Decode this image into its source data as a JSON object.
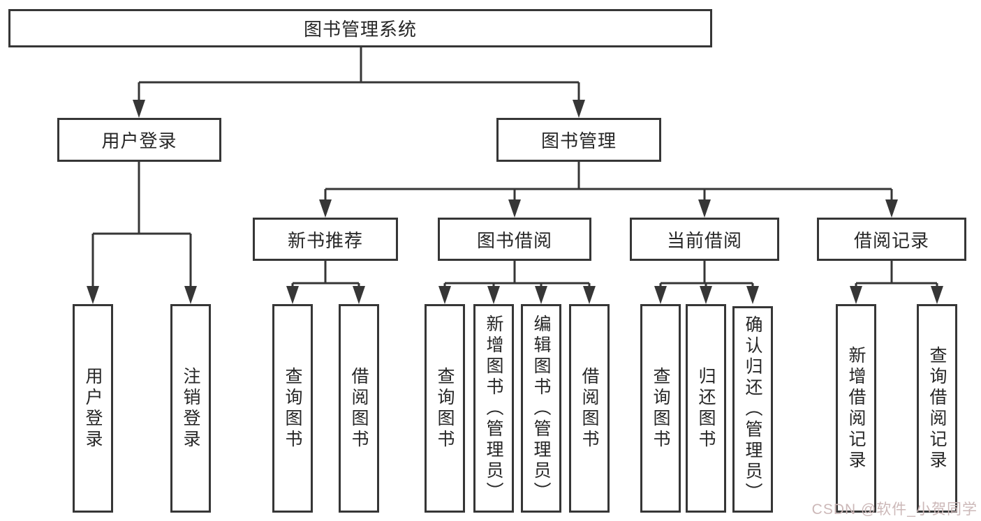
{
  "diagram": {
    "type": "function-structure-tree",
    "root": {
      "label": "图书管理系统",
      "children": [
        {
          "label": "用户登录",
          "children": [
            {
              "label": "用户登录"
            },
            {
              "label": "注销登录"
            }
          ]
        },
        {
          "label": "图书管理",
          "children": [
            {
              "label": "新书推荐",
              "children": [
                {
                  "label": "查询图书"
                },
                {
                  "label": "借阅图书"
                }
              ]
            },
            {
              "label": "图书借阅",
              "children": [
                {
                  "label": "查询图书"
                },
                {
                  "label": "新增图书（管理员）"
                },
                {
                  "label": "编辑图书（管理员）"
                },
                {
                  "label": "借阅图书"
                }
              ]
            },
            {
              "label": "当前借阅",
              "children": [
                {
                  "label": "查询图书"
                },
                {
                  "label": "归还图书"
                },
                {
                  "label": "确认归还（管理员）"
                }
              ]
            },
            {
              "label": "借阅记录",
              "children": [
                {
                  "label": "新增借阅记录"
                },
                {
                  "label": "查询借阅记录"
                }
              ]
            }
          ]
        }
      ]
    },
    "watermark": "CSDN @软件_小贺同学",
    "colors": {
      "line": "#363636",
      "box_border": "#363636",
      "box_fill": "#ffffff",
      "text": "#262626",
      "watermark": "#ccb8b8",
      "background": "#ffffff"
    }
  }
}
